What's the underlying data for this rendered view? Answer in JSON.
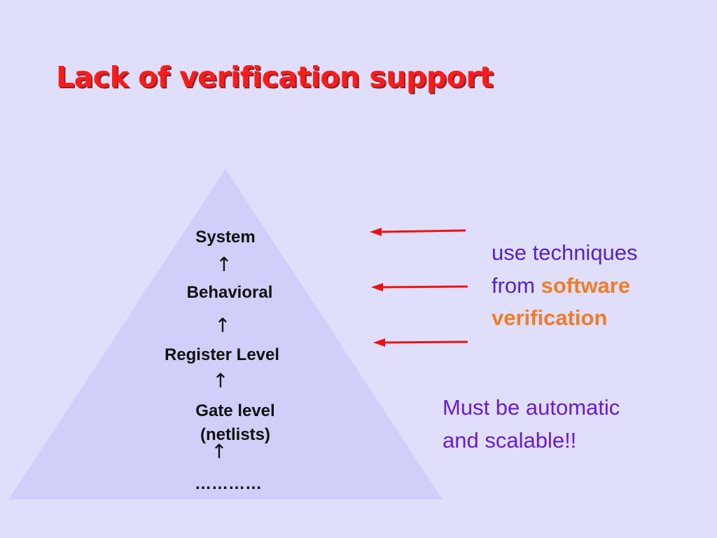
{
  "title": "Lack of verification support",
  "pyramid": {
    "levels": [
      "System",
      "Behavioral",
      "Register Level",
      "Gate level",
      "(netlists)",
      "…………"
    ],
    "up_arrow_glyph": "↑"
  },
  "note_techniques": {
    "line1": "use techniques",
    "line2_prefix": "from",
    "line2_highlight": "software",
    "line3_highlight": "verification"
  },
  "note_requirement": {
    "line1": "Must be automatic",
    "line2": "and scalable!!"
  },
  "colors": {
    "background": "#dfdffb",
    "pyramid_fill": "#cfcff9",
    "title": "#ff1a1a",
    "arrows": "#ee1111",
    "techniques_text": "#5522cc",
    "highlight_text": "#f07c28",
    "requirement_text": "#6a1ad6"
  }
}
